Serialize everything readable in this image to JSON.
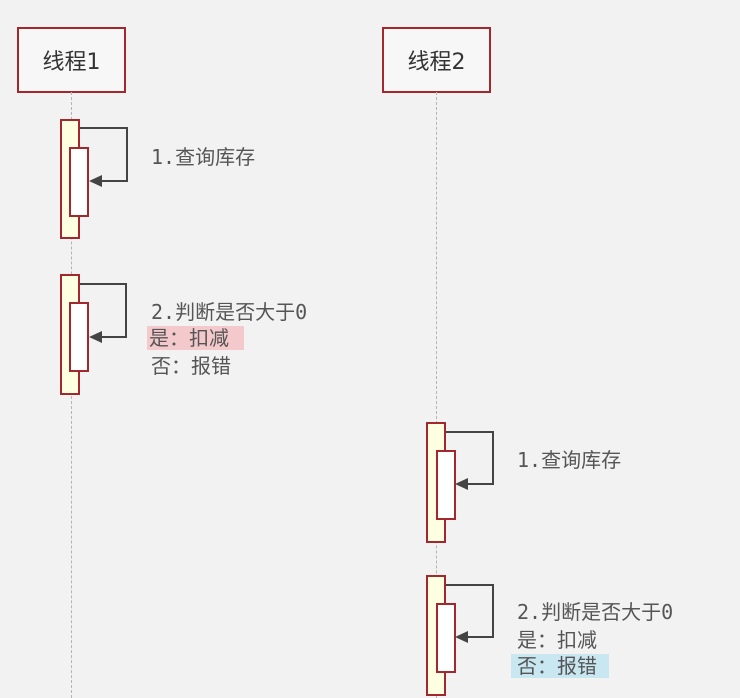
{
  "participants": [
    {
      "label": "线程1"
    },
    {
      "label": "线程2"
    }
  ],
  "messages": {
    "t1_query": "1.查询库存",
    "t1_check": "2.判断是否大于0",
    "t1_yes": "是：扣减",
    "t1_no": "否：报错",
    "t2_query": "1.查询库存",
    "t2_check": "2.判断是否大于0",
    "t2_yes": "是：扣减",
    "t2_no": "否：报错"
  },
  "colors": {
    "border": "#a3282d",
    "activation_fill": "#fefee0",
    "highlight_pink": "#f4c9cc",
    "highlight_blue": "#c9e7f1"
  }
}
